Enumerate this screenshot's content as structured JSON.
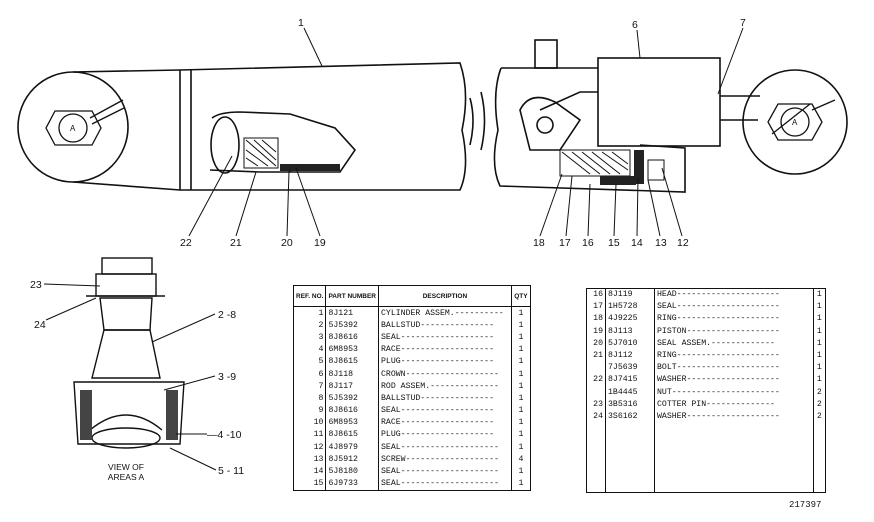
{
  "callouts": {
    "c1": "1",
    "c6": "6",
    "c7": "7",
    "c22": "22",
    "c21": "21",
    "c20": "20",
    "c19": "19",
    "c18": "18",
    "c17": "17",
    "c16": "16",
    "c15": "15",
    "c14": "14",
    "c13": "13",
    "c12": "12",
    "c23": "23",
    "c24": "24",
    "c2_8": "2 -8",
    "c3_9": "3 -9",
    "c4_10": "—4 -10",
    "c5_11": "5 - 11"
  },
  "pin_label": "A",
  "view_caption_line1": "VIEW OF",
  "view_caption_line2": "AREAS A",
  "drawing_id": "217397",
  "table1": {
    "headers": {
      "ref": "REF. NO.",
      "part": "PART NUMBER",
      "desc": "DESCRIPTION",
      "qty": "QTY"
    },
    "rows": [
      {
        "ref": "1",
        "pn": "8J121",
        "desc": "CYLINDER ASSEM.----------",
        "qty": "1"
      },
      {
        "ref": "2",
        "pn": "5J5392",
        "desc": "  BALLSTUD---------------",
        "qty": "1"
      },
      {
        "ref": "3",
        "pn": "8J8616",
        "desc": "  SEAL-------------------",
        "qty": "1"
      },
      {
        "ref": "4",
        "pn": "6M8953",
        "desc": "  RACE-------------------",
        "qty": "1"
      },
      {
        "ref": "5",
        "pn": "8J8615",
        "desc": "  PLUG-------------------",
        "qty": "1"
      },
      {
        "ref": "6",
        "pn": "8J118",
        "desc": "CROWN-------------------",
        "qty": "1"
      },
      {
        "ref": "7",
        "pn": "8J117",
        "desc": "ROD ASSEM.--------------",
        "qty": "1"
      },
      {
        "ref": "8",
        "pn": "5J5392",
        "desc": "  BALLSTUD---------------",
        "qty": "1"
      },
      {
        "ref": "9",
        "pn": "8J8616",
        "desc": "  SEAL-------------------",
        "qty": "1"
      },
      {
        "ref": "10",
        "pn": "6M8953",
        "desc": "  RACE-------------------",
        "qty": "1"
      },
      {
        "ref": "11",
        "pn": "8J8615",
        "desc": "  PLUG-------------------",
        "qty": "1"
      },
      {
        "ref": "12",
        "pn": "4J8979",
        "desc": "SEAL--------------------",
        "qty": "1"
      },
      {
        "ref": "13",
        "pn": "8J5912",
        "desc": "SCREW-------------------",
        "qty": "4"
      },
      {
        "ref": "14",
        "pn": "5J8180",
        "desc": "SEAL--------------------",
        "qty": "1"
      },
      {
        "ref": "15",
        "pn": "6J9733",
        "desc": "SEAL--------------------",
        "qty": "1"
      }
    ]
  },
  "table2": {
    "rows": [
      {
        "ref": "16",
        "pn": "8J119",
        "desc": "HEAD---------------------",
        "qty": "1"
      },
      {
        "ref": "17",
        "pn": "1H5728",
        "desc": "SEAL---------------------",
        "qty": "1"
      },
      {
        "ref": "18",
        "pn": "4J9225",
        "desc": "RING---------------------",
        "qty": "1"
      },
      {
        "ref": "19",
        "pn": "8J113",
        "desc": "PISTON-------------------",
        "qty": "1"
      },
      {
        "ref": "20",
        "pn": "5J7010",
        "desc": "SEAL ASSEM.-------------",
        "qty": "1"
      },
      {
        "ref": "21",
        "pn": "8J112",
        "desc": "RING---------------------",
        "qty": "1"
      },
      {
        "ref": "",
        "pn": "7J5639",
        "desc": "BOLT---------------------",
        "qty": "1"
      },
      {
        "ref": "22",
        "pn": "8J7415",
        "desc": "WASHER-------------------",
        "qty": "1"
      },
      {
        "ref": "",
        "pn": "1B4445",
        "desc": "NUT----------------------",
        "qty": "2"
      },
      {
        "ref": "23",
        "pn": "3B5316",
        "desc": "COTTER PIN--------------",
        "qty": "2"
      },
      {
        "ref": "24",
        "pn": "3S6162",
        "desc": "WASHER-------------------",
        "qty": "2"
      }
    ]
  }
}
